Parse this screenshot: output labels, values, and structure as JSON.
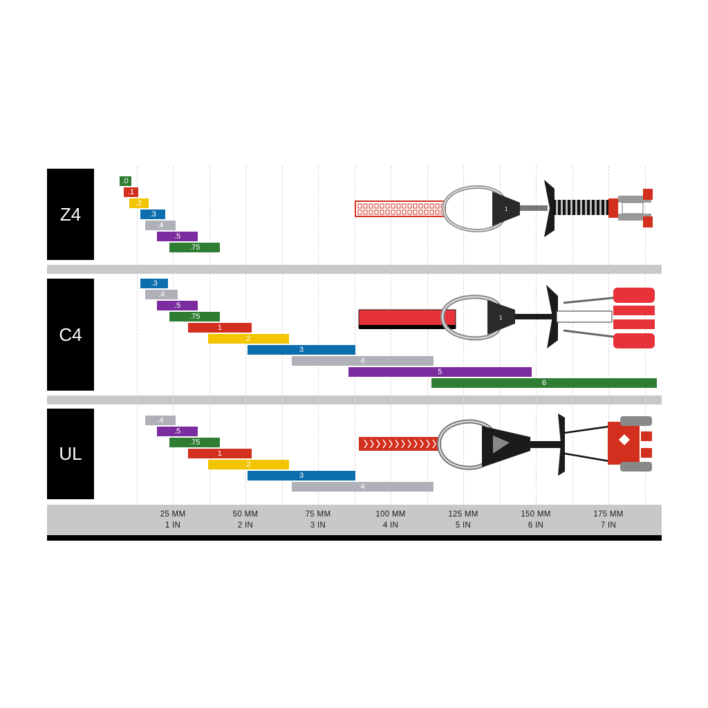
{
  "chart_data": {
    "type": "bar",
    "x_unit": "mm",
    "x_range": [
      0,
      190
    ],
    "x_ticks": [
      {
        "mm": 25,
        "mm_label": "25 MM",
        "in_label": "1 IN"
      },
      {
        "mm": 50,
        "mm_label": "50 MM",
        "in_label": "2 IN"
      },
      {
        "mm": 75,
        "mm_label": "75 MM",
        "in_label": "3 IN"
      },
      {
        "mm": 100,
        "mm_label": "100  MM",
        "in_label": "4 IN"
      },
      {
        "mm": 125,
        "mm_label": "125  MM",
        "in_label": "5 IN"
      },
      {
        "mm": 150,
        "mm_label": "150  MM",
        "in_label": "6 IN"
      },
      {
        "mm": 175,
        "mm_label": "175  MM",
        "in_label": "7 IN"
      }
    ],
    "grid": true,
    "groups": [
      {
        "name": "Z4",
        "series": [
          {
            "label": ".0",
            "min": 6.6,
            "max": 10.6,
            "color": "#2e7d32"
          },
          {
            "label": ".1",
            "min": 8.1,
            "max": 13.1,
            "color": "#d32f1e"
          },
          {
            "label": ".2",
            "min": 9.9,
            "max": 16.6,
            "color": "#f2c500"
          },
          {
            "label": ".3",
            "min": 13.8,
            "max": 22.5,
            "color": "#0d6eae"
          },
          {
            "label": ".4",
            "min": 15.5,
            "max": 25.9,
            "color": "#b0b0b8"
          },
          {
            "label": ".5",
            "min": 19.6,
            "max": 33.5,
            "color": "#7b2c9e"
          },
          {
            "label": ".75",
            "min": 23.9,
            "max": 41.2,
            "color": "#2e7d32"
          }
        ]
      },
      {
        "name": "C4",
        "series": [
          {
            "label": ".3",
            "min": 13.8,
            "max": 23.4,
            "color": "#0d6eae"
          },
          {
            "label": ".4",
            "min": 15.5,
            "max": 26.7,
            "color": "#b0b0b8"
          },
          {
            "label": ".5",
            "min": 19.6,
            "max": 33.5,
            "color": "#7b2c9e"
          },
          {
            "label": ".75",
            "min": 23.9,
            "max": 41.2,
            "color": "#2e7d32"
          },
          {
            "label": "1",
            "min": 30.2,
            "max": 52.1,
            "color": "#d32f1e"
          },
          {
            "label": "2",
            "min": 37.2,
            "max": 64.9,
            "color": "#f2c500"
          },
          {
            "label": "3",
            "min": 50.7,
            "max": 87.9,
            "color": "#0d6eae"
          },
          {
            "label": "4",
            "min": 66.0,
            "max": 114.7,
            "color": "#b0b0b8"
          },
          {
            "label": "5",
            "min": 85.4,
            "max": 148.5,
            "color": "#7b2c9e"
          },
          {
            "label": "6",
            "min": 114.1,
            "max": 195.0,
            "color": "#2e7d32"
          }
        ]
      },
      {
        "name": "UL",
        "series": [
          {
            "label": ".4",
            "min": 15.5,
            "max": 25.9,
            "color": "#b0b0b8"
          },
          {
            "label": ".5",
            "min": 19.6,
            "max": 33.5,
            "color": "#7b2c9e"
          },
          {
            "label": ".75",
            "min": 23.9,
            "max": 41.2,
            "color": "#2e7d32"
          },
          {
            "label": "1",
            "min": 30.2,
            "max": 52.1,
            "color": "#d32f1e"
          },
          {
            "label": "2",
            "min": 37.2,
            "max": 64.9,
            "color": "#f2c500"
          },
          {
            "label": "3",
            "min": 50.7,
            "max": 87.9,
            "color": "#0d6eae"
          },
          {
            "label": "4",
            "min": 66.0,
            "max": 114.7,
            "color": "#b0b0b8"
          }
        ]
      }
    ]
  },
  "cam_illustrations": [
    {
      "group": "Z4",
      "icon": "z4-cam-icon",
      "sling_color": "#d32f1e",
      "thumb_number": "1"
    },
    {
      "group": "C4",
      "icon": "c4-cam-icon",
      "sling_color": "#d32f1e",
      "thumb_number": "1"
    },
    {
      "group": "UL",
      "icon": "ul-cam-icon",
      "sling_color": "#d32f1e"
    }
  ]
}
